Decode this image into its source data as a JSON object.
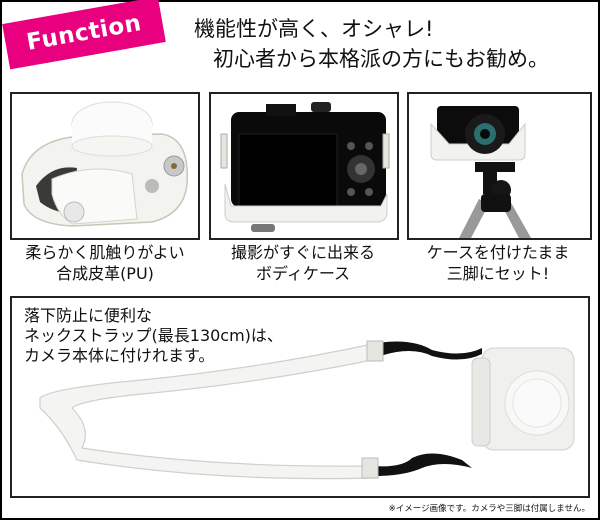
{
  "badge": {
    "label": "Function",
    "color": "#e8007e"
  },
  "headline": {
    "line1": "機能性が高く、オシャレ!",
    "line2": "初心者から本格派の方にもお勧め。"
  },
  "features": [
    {
      "image": "white-leather-camera-case-photo",
      "caption_line1": "柔らかく肌触りがよい",
      "caption_line2": "合成皮革(PU)"
    },
    {
      "image": "camera-back-in-body-case-photo",
      "caption_line1": "撮影がすぐに出来る",
      "caption_line2": "ボディケース"
    },
    {
      "image": "camera-in-case-on-tripod-photo",
      "caption_line1": "ケースを付けたまま",
      "caption_line2": "三脚にセット!"
    }
  ],
  "strap_panel": {
    "image": "case-with-neck-strap-photo",
    "text_line1": "落下防止に便利な",
    "text_line2": "ネックストラップ(最長130cm)は、",
    "text_line3": "カメラ本体に付けれます。"
  },
  "footnote": "※イメージ画像です。カメラや三脚は付属しません。"
}
